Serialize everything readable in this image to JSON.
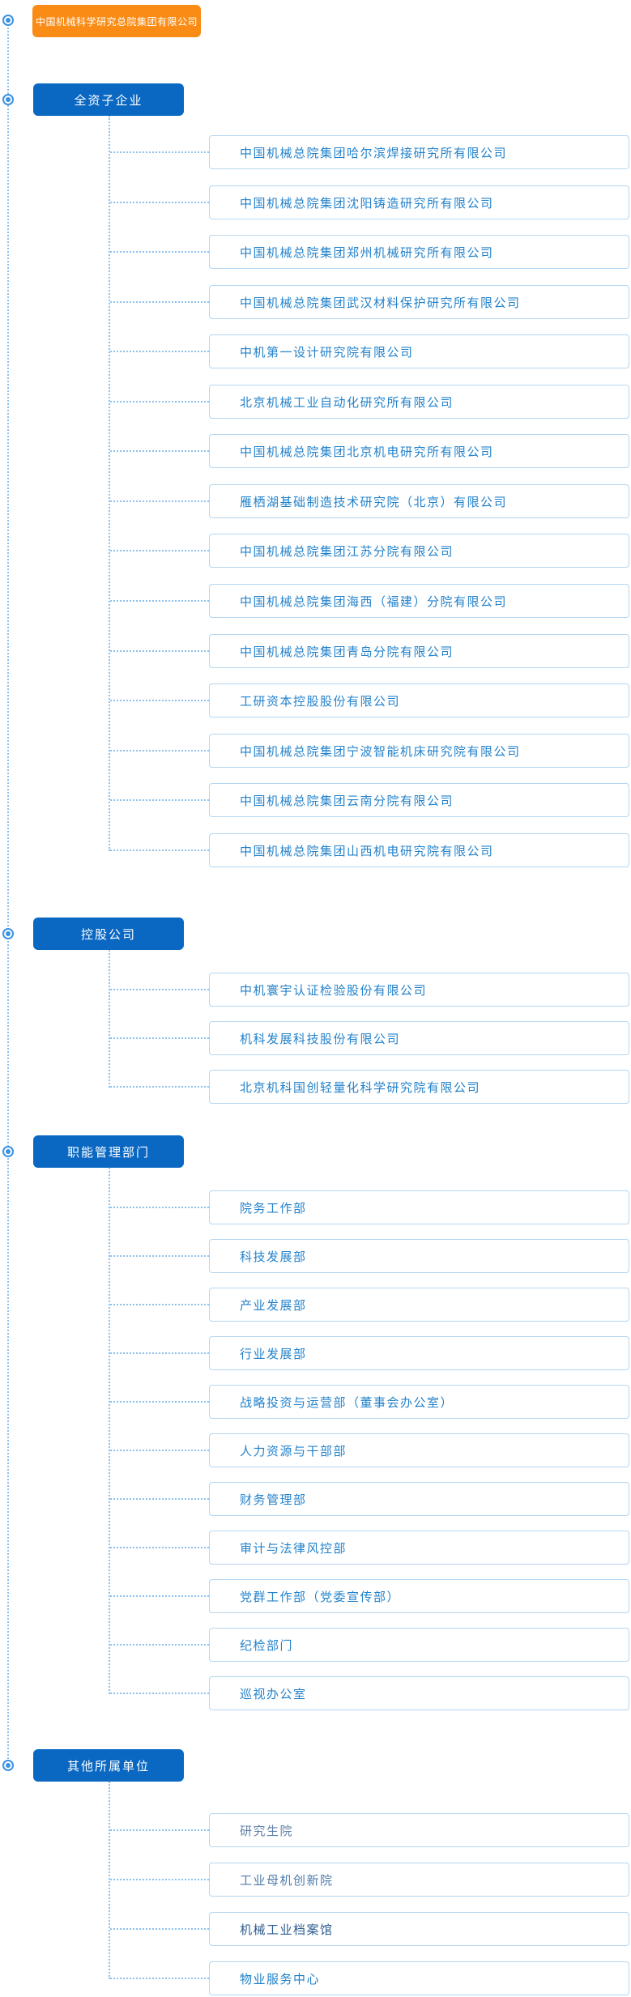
{
  "colors": {
    "root_bg": "#fa8c16",
    "header_bg": "#0a68c3",
    "item_text": "#2382cb",
    "item_border": "#b5d6f0",
    "line": "#8ec1ec",
    "bullet": "#3a92e2"
  },
  "root": {
    "label": "中国机械科学研究总院集团有限公司"
  },
  "sections": [
    {
      "label": "全资子企业",
      "items": [
        {
          "label": "中国机械总院集团哈尔滨焊接研究所有限公司"
        },
        {
          "label": "中国机械总院集团沈阳铸造研究所有限公司"
        },
        {
          "label": "中国机械总院集团郑州机械研究所有限公司"
        },
        {
          "label": "中国机械总院集团武汉材料保护研究所有限公司"
        },
        {
          "label": "中机第一设计研究院有限公司"
        },
        {
          "label": "北京机械工业自动化研究所有限公司"
        },
        {
          "label": "中国机械总院集团北京机电研究所有限公司"
        },
        {
          "label": "雁栖湖基础制造技术研究院（北京）有限公司"
        },
        {
          "label": "中国机械总院集团江苏分院有限公司"
        },
        {
          "label": "中国机械总院集团海西（福建）分院有限公司"
        },
        {
          "label": "中国机械总院集团青岛分院有限公司"
        },
        {
          "label": "工研资本控股股份有限公司"
        },
        {
          "label": "中国机械总院集团宁波智能机床研究院有限公司"
        },
        {
          "label": "中国机械总院集团云南分院有限公司"
        },
        {
          "label": "中国机械总院集团山西机电研究院有限公司"
        }
      ]
    },
    {
      "label": "控股公司",
      "items": [
        {
          "label": "中机寰宇认证检验股份有限公司"
        },
        {
          "label": "机科发展科技股份有限公司"
        },
        {
          "label": "北京机科国创轻量化科学研究院有限公司"
        }
      ]
    },
    {
      "label": "职能管理部门",
      "items": [
        {
          "label": "院务工作部"
        },
        {
          "label": "科技发展部"
        },
        {
          "label": "产业发展部"
        },
        {
          "label": "行业发展部"
        },
        {
          "label": "战略投资与运营部（董事会办公室）"
        },
        {
          "label": "人力资源与干部部"
        },
        {
          "label": "财务管理部"
        },
        {
          "label": "审计与法律风控部"
        },
        {
          "label": "党群工作部（党委宣传部）"
        },
        {
          "label": "纪检部门"
        },
        {
          "label": "巡视办公室"
        }
      ]
    },
    {
      "label": "其他所属单位",
      "items": [
        {
          "label": "研究生院",
          "color": "#5f81a6"
        },
        {
          "label": "工业母机创新院",
          "color": "#4f7dab"
        },
        {
          "label": "机械工业档案馆",
          "color": "#2d5c8f"
        },
        {
          "label": "物业服务中心",
          "color": "#1e81c9"
        }
      ]
    }
  ]
}
